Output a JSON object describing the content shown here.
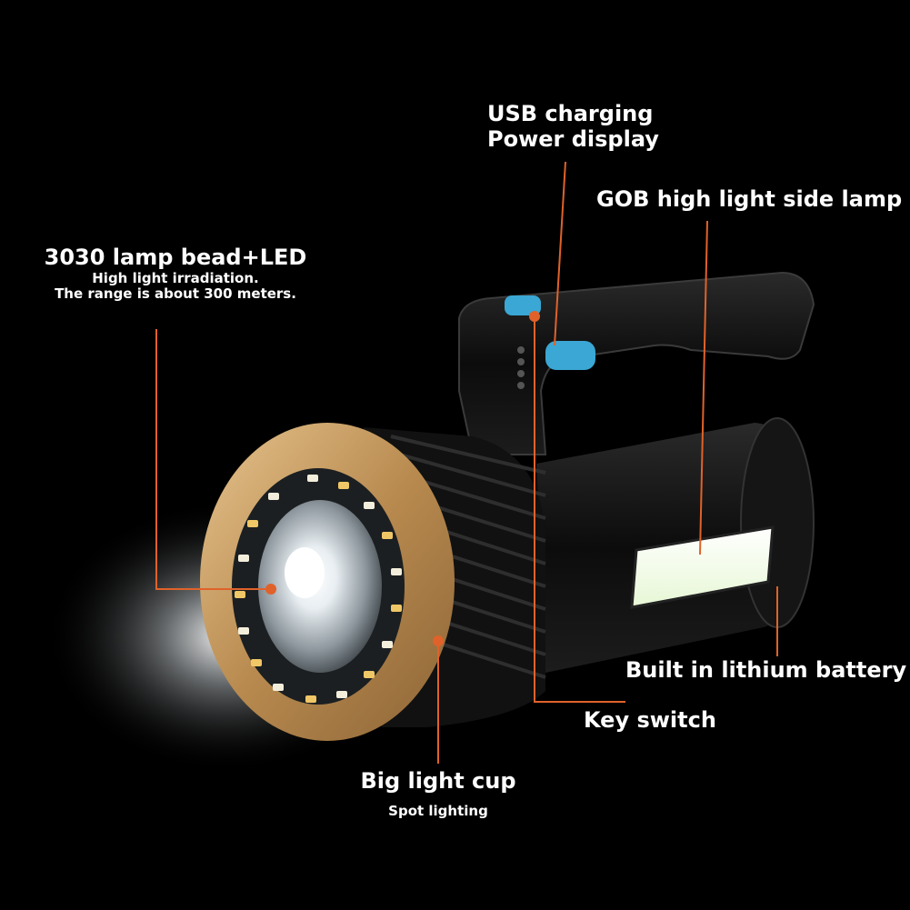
{
  "callouts": {
    "usb": {
      "line1": "USB charging",
      "line2": "Power display"
    },
    "gob": {
      "title": "GOB high light side lamp"
    },
    "bead": {
      "title": "3030 lamp bead+LED",
      "line1": "High light irradiation.",
      "line2": "The range is about 300 meters."
    },
    "battery": {
      "title": "Built in lithium battery"
    },
    "key": {
      "title": "Key switch"
    },
    "cup": {
      "title": "Big light cup",
      "sub": "Spot lighting"
    }
  },
  "colors": {
    "background": "#000000",
    "leader_line": "#e0622a",
    "gold_bezel": "#c9a066",
    "button_accent": "#3aa7d4",
    "side_lamp": "#f2fbe8"
  }
}
